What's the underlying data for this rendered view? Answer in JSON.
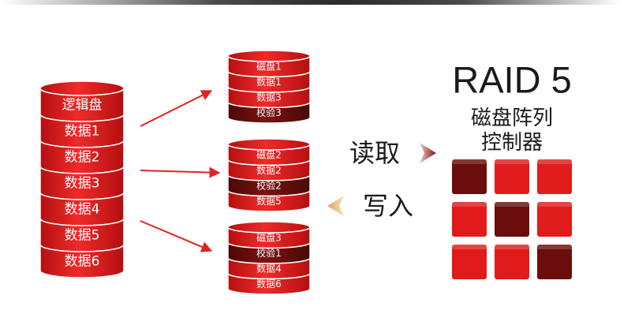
{
  "logical_disk": {
    "label": "逻辑盘",
    "segments": [
      "数据1",
      "数据2",
      "数据3",
      "数据4",
      "数据5",
      "数据6"
    ]
  },
  "physical_disks": [
    {
      "name": "磁盘1",
      "blocks": [
        {
          "label": "数据1",
          "parity": false
        },
        {
          "label": "数据3",
          "parity": false
        },
        {
          "label": "校验3",
          "parity": true
        }
      ]
    },
    {
      "name": "磁盘2",
      "blocks": [
        {
          "label": "数据2",
          "parity": false
        },
        {
          "label": "校验2",
          "parity": true
        },
        {
          "label": "数据5",
          "parity": false
        }
      ]
    },
    {
      "name": "磁盘3",
      "blocks": [
        {
          "label": "校验1",
          "parity": true
        },
        {
          "label": "数据4",
          "parity": false
        },
        {
          "label": "数据6",
          "parity": false
        }
      ]
    }
  ],
  "read_label": "读取",
  "write_label": "写入",
  "controller": {
    "title": "RAID 5",
    "subtitle_line1": "磁盘阵列",
    "subtitle_line2": "控制器",
    "grid": [
      [
        true,
        false,
        false
      ],
      [
        false,
        true,
        false
      ],
      [
        false,
        false,
        true
      ]
    ]
  },
  "colors": {
    "red": "#e11b1b",
    "dark_red": "#6b0d0d",
    "arrow_red": "#e32222",
    "read_arrow": "#8a1010",
    "write_arrow": "#d9a25c"
  }
}
